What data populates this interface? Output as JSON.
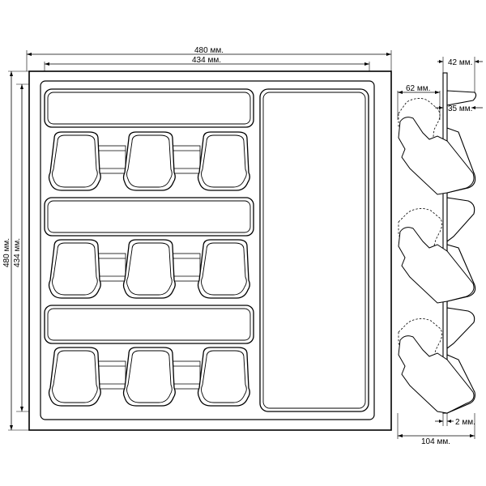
{
  "dimensions": {
    "outer_width": "480 мм.",
    "inner_width": "434 мм.",
    "outer_height": "480 мм.",
    "inner_height": "434 мм.",
    "side_top_width": "42 мм.",
    "side_slot_width": "62 мм.",
    "side_slot_offset": "35 мм.",
    "side_bottom_gap": "2 мм.",
    "side_depth": "104 мм."
  },
  "colors": {
    "tray_fill": "#ffffff",
    "outline": "#000000",
    "bar_fill": "#9a9a9a"
  }
}
